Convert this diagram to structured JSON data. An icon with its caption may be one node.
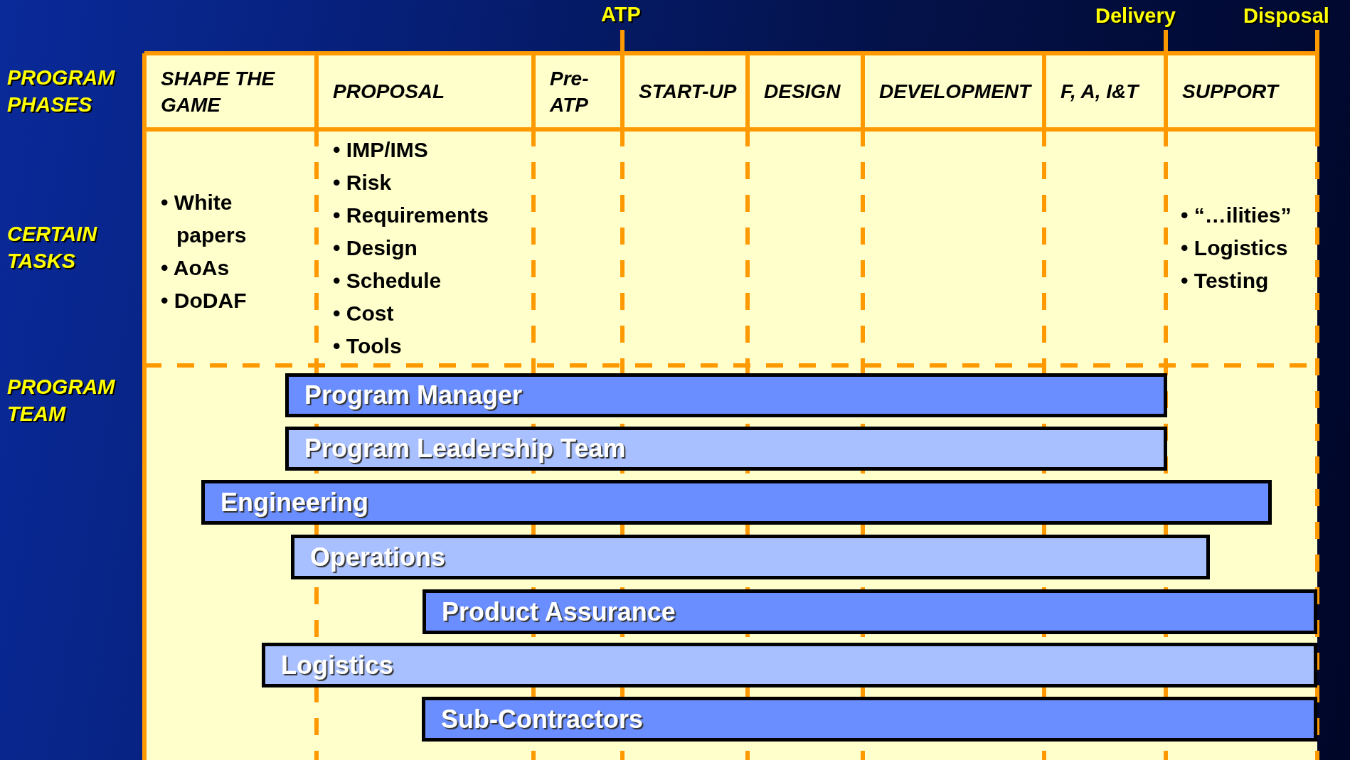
{
  "diagram": {
    "nodes": [
      {
        "text": [
          "SHAPE THE GAME"
        ]
      },
      {
        "text": [
          "PROPOSAL"
        ]
      },
      {
        "text": [
          "Pre- ATP"
        ]
      },
      {
        "text": [
          "START-UP"
        ]
      },
      {
        "text": [
          "DESIGN"
        ]
      },
      {
        "text": [
          "DEVELOPMENT"
        ]
      },
      {
        "text": [
          "F, A, I&T"
        ]
      },
      {
        "text": [
          "SUPPORT"
        ]
      },
      {
        "text": [
          "Program Manager"
        ]
      },
      {
        "text": [
          "Program Leadership Team"
        ]
      },
      {
        "text": [
          "Engineering"
        ]
      },
      {
        "text": [
          "Operations"
        ]
      },
      {
        "text": [
          "Product Assurance"
        ]
      },
      {
        "text": [
          "Logistics"
        ]
      },
      {
        "text": [
          "Sub-Contractors"
        ]
      }
    ],
    "labels": [
      "ATP",
      "Delivery",
      "Disposal",
      "PROGRAM PHASES",
      "CERTAIN TASKS",
      "• White papers",
      "• AoAs",
      "• DoDAF",
      "• IMP/IMS",
      "• Risk",
      "• Requirements",
      "• Design",
      "• Schedule",
      "• Cost",
      "• Tools",
      "• “…ilities”",
      "• Logistics",
      "• Testing",
      "PROGRAM TEAM"
    ]
  }
}
